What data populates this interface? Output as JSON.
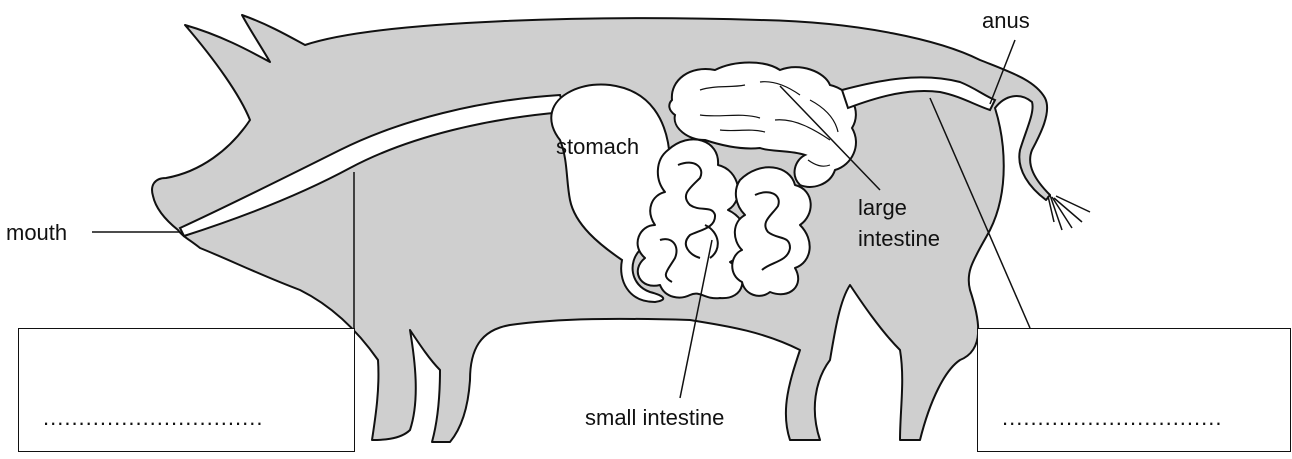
{
  "labels": {
    "mouth": "mouth",
    "stomach": "stomach",
    "large_intestine_line1": "large",
    "large_intestine_line2": "intestine",
    "small_intestine": "small intestine",
    "anus": "anus"
  },
  "answer_boxes": {
    "left_placeholder": "...............................",
    "right_placeholder": "..............................."
  },
  "colors": {
    "body_fill": "#cfcfcf",
    "organ_fill": "#ffffff",
    "outline": "#111111"
  }
}
